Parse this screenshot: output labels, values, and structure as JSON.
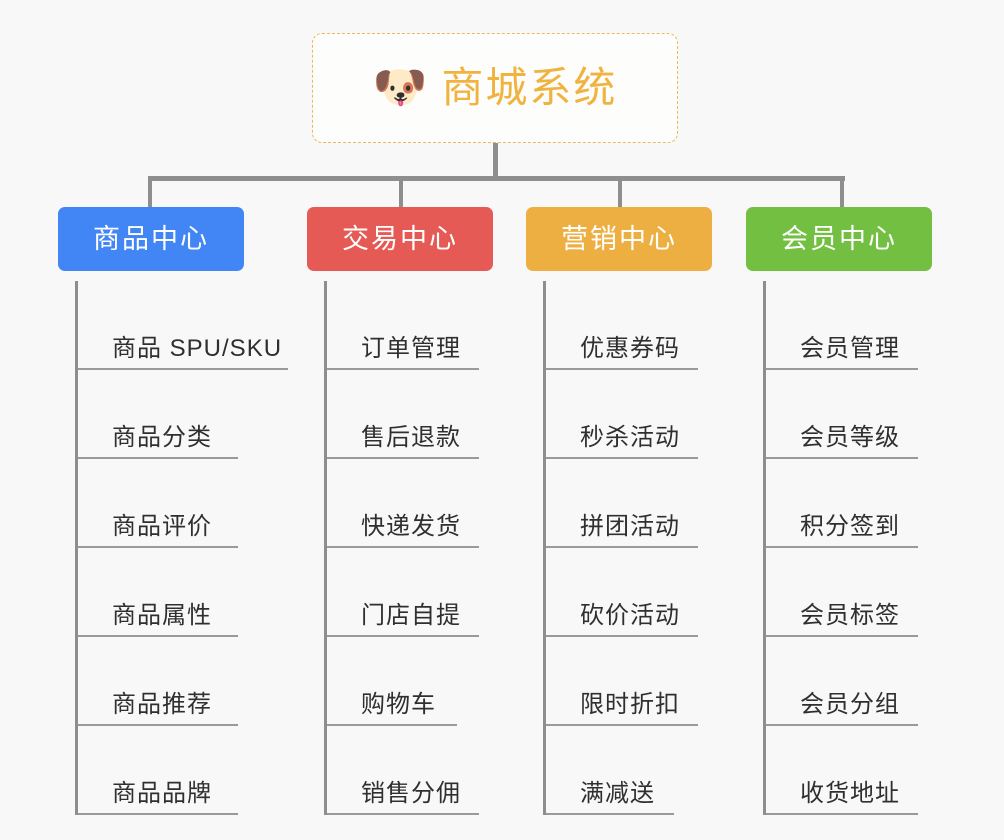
{
  "page": {
    "background_color": "#f8f8f8",
    "line_color": "#8e8e8e"
  },
  "root": {
    "icon": "shiba-dog-face-emoji",
    "icon_glyph": "🐶",
    "title": "商城系统",
    "text_color": "#f0b33f",
    "border_color": "#e8b95f"
  },
  "columns": [
    {
      "id": "product-center",
      "label": "商品中心",
      "color": "#4186f4",
      "items": [
        {
          "label": "商品 SPU/SKU"
        },
        {
          "label": "商品分类"
        },
        {
          "label": "商品评价"
        },
        {
          "label": "商品属性"
        },
        {
          "label": "商品推荐"
        },
        {
          "label": "商品品牌"
        }
      ]
    },
    {
      "id": "trade-center",
      "label": "交易中心",
      "color": "#e65a55",
      "items": [
        {
          "label": "订单管理"
        },
        {
          "label": "售后退款"
        },
        {
          "label": "快递发货"
        },
        {
          "label": "门店自提"
        },
        {
          "label": "购物车"
        },
        {
          "label": "销售分佣"
        }
      ]
    },
    {
      "id": "marketing-center",
      "label": "营销中心",
      "color": "#eeaf42",
      "items": [
        {
          "label": "优惠券码"
        },
        {
          "label": "秒杀活动"
        },
        {
          "label": "拼团活动"
        },
        {
          "label": "砍价活动"
        },
        {
          "label": "限时折扣"
        },
        {
          "label": "满减送"
        }
      ]
    },
    {
      "id": "member-center",
      "label": "会员中心",
      "color": "#73bf42",
      "items": [
        {
          "label": "会员管理"
        },
        {
          "label": "会员等级"
        },
        {
          "label": "积分签到"
        },
        {
          "label": "会员标签"
        },
        {
          "label": "会员分组"
        },
        {
          "label": "收货地址"
        }
      ]
    }
  ]
}
